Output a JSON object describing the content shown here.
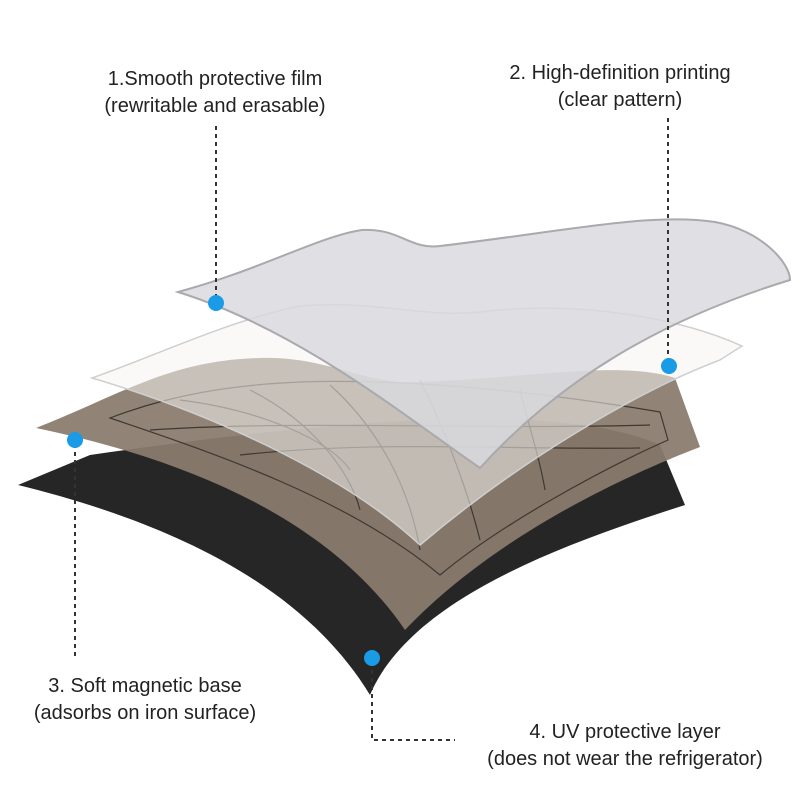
{
  "callouts": [
    {
      "line1": "1.Smooth protective film",
      "line2": "(rewritable and erasable)"
    },
    {
      "line1": "2. High-definition printing",
      "line2": "(clear pattern)"
    },
    {
      "line1": "3. Soft magnetic base",
      "line2": "(adsorbs on iron surface)"
    },
    {
      "line1": "4. UV protective layer",
      "line2": "(does not wear the refrigerator)"
    }
  ],
  "colors": {
    "marker": "#1a9be6",
    "leader": "#333333",
    "base_layer": "#262626",
    "magnetic_layer": "#8a7c6e",
    "printed_layer": "#f3f1ee",
    "film_layer": "#d9d9de"
  }
}
